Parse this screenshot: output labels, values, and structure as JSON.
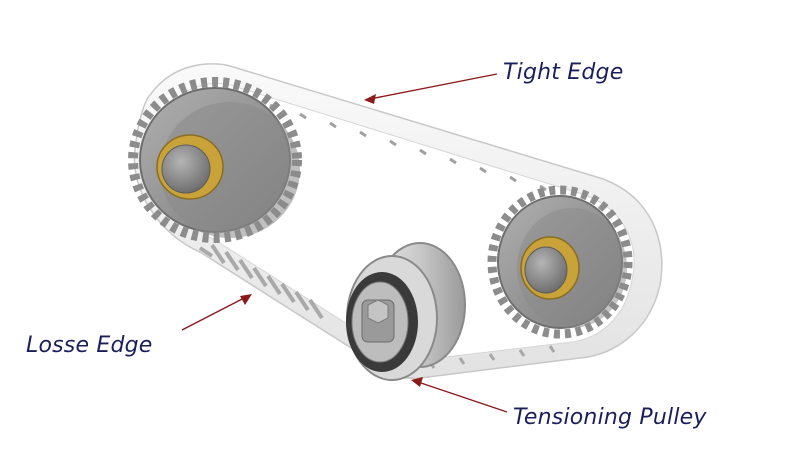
{
  "labels": {
    "tight_edge": "Tight Edge",
    "loose_edge": "Losse Edge",
    "tensioning_pulley": "Tensioning Pulley"
  },
  "colors": {
    "label_text": "#1a1f5c",
    "arrow": "#8b1a1a",
    "belt_face": "#f4f4f4",
    "belt_edge": "#d0d0d0",
    "belt_teeth": "#b8b8b8",
    "pulley_body": "#9a9a9a",
    "pulley_dark": "#6e6e6e",
    "pulley_light": "#c4c4c4",
    "bearing_ring": "#c9a23a",
    "shaft": "#8c8c8c"
  }
}
